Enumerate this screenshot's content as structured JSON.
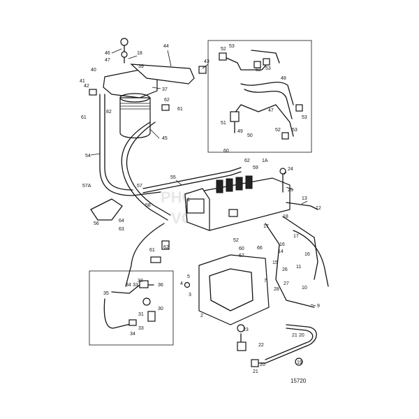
{
  "diagram": {
    "reference_number": "15720",
    "watermark_lines": [
      "PHOENIX",
      "VOLVO"
    ],
    "callouts": [
      {
        "id": "c1",
        "text": "46"
      },
      {
        "id": "c2",
        "text": "47"
      },
      {
        "id": "c3",
        "text": "18"
      },
      {
        "id": "c4",
        "text": "44"
      },
      {
        "id": "c5",
        "text": "39"
      },
      {
        "id": "c6",
        "text": "40"
      },
      {
        "id": "c7",
        "text": "43"
      },
      {
        "id": "c8",
        "text": "42"
      },
      {
        "id": "c9",
        "text": "41"
      },
      {
        "id": "c10",
        "text": "37"
      },
      {
        "id": "c11",
        "text": "61"
      },
      {
        "id": "c12",
        "text": "62"
      },
      {
        "id": "c13",
        "text": "82"
      },
      {
        "id": "c14",
        "text": "61"
      },
      {
        "id": "c15",
        "text": "45"
      },
      {
        "id": "c16",
        "text": "54"
      },
      {
        "id": "c17",
        "text": "57A"
      },
      {
        "id": "c18",
        "text": "57"
      },
      {
        "id": "c19",
        "text": "58"
      },
      {
        "id": "c20",
        "text": "56"
      },
      {
        "id": "c21",
        "text": "64"
      },
      {
        "id": "c22",
        "text": "63"
      },
      {
        "id": "c23",
        "text": "55"
      },
      {
        "id": "c24",
        "text": "60"
      },
      {
        "id": "c25",
        "text": "62"
      },
      {
        "id": "c26",
        "text": "59"
      },
      {
        "id": "c27",
        "text": "1A"
      },
      {
        "id": "c28",
        "text": "24"
      },
      {
        "id": "c29",
        "text": "25"
      },
      {
        "id": "c30",
        "text": "13"
      },
      {
        "id": "c31",
        "text": "12"
      },
      {
        "id": "c32",
        "text": "1"
      },
      {
        "id": "c33",
        "text": "17"
      },
      {
        "id": "c34",
        "text": "18"
      },
      {
        "id": "c35",
        "text": "17"
      },
      {
        "id": "c36",
        "text": "16"
      },
      {
        "id": "c37",
        "text": "16"
      },
      {
        "id": "c38",
        "text": "14"
      },
      {
        "id": "c39",
        "text": "66"
      },
      {
        "id": "c40",
        "text": "15"
      },
      {
        "id": "c41",
        "text": "61"
      },
      {
        "id": "c42",
        "text": "62"
      },
      {
        "id": "c43",
        "text": "52"
      },
      {
        "id": "c44",
        "text": "60"
      },
      {
        "id": "c45",
        "text": "67"
      },
      {
        "id": "c46",
        "text": "11"
      },
      {
        "id": "c47",
        "text": "26"
      },
      {
        "id": "c48",
        "text": "27"
      },
      {
        "id": "c49",
        "text": "28"
      },
      {
        "id": "c50",
        "text": "10"
      },
      {
        "id": "c51",
        "text": "9"
      },
      {
        "id": "c52",
        "text": "7"
      },
      {
        "id": "c53",
        "text": "5"
      },
      {
        "id": "c54",
        "text": "4"
      },
      {
        "id": "c55",
        "text": "3"
      },
      {
        "id": "c56",
        "text": "2"
      },
      {
        "id": "c57",
        "text": "23"
      },
      {
        "id": "c58",
        "text": "22"
      },
      {
        "id": "c59",
        "text": "21"
      },
      {
        "id": "c60",
        "text": "20"
      },
      {
        "id": "c61",
        "text": "19"
      },
      {
        "id": "c62",
        "text": "21"
      },
      {
        "id": "c63",
        "text": "20"
      },
      {
        "id": "c64",
        "text": "35"
      },
      {
        "id": "c65",
        "text": "34"
      },
      {
        "id": "c66",
        "text": "33"
      },
      {
        "id": "c67",
        "text": "32"
      },
      {
        "id": "c68",
        "text": "36"
      },
      {
        "id": "c69",
        "text": "30"
      },
      {
        "id": "c70",
        "text": "31"
      },
      {
        "id": "c71",
        "text": "33"
      },
      {
        "id": "c72",
        "text": "34"
      },
      {
        "id": "c73",
        "text": "52"
      },
      {
        "id": "c74",
        "text": "53"
      },
      {
        "id": "c75",
        "text": "52"
      },
      {
        "id": "c76",
        "text": "53"
      },
      {
        "id": "c77",
        "text": "48"
      },
      {
        "id": "c78",
        "text": "47"
      },
      {
        "id": "c79",
        "text": "51"
      },
      {
        "id": "c80",
        "text": "49"
      },
      {
        "id": "c81",
        "text": "50"
      },
      {
        "id": "c82",
        "text": "52"
      },
      {
        "id": "c83",
        "text": "53"
      },
      {
        "id": "c84",
        "text": "53"
      }
    ]
  }
}
